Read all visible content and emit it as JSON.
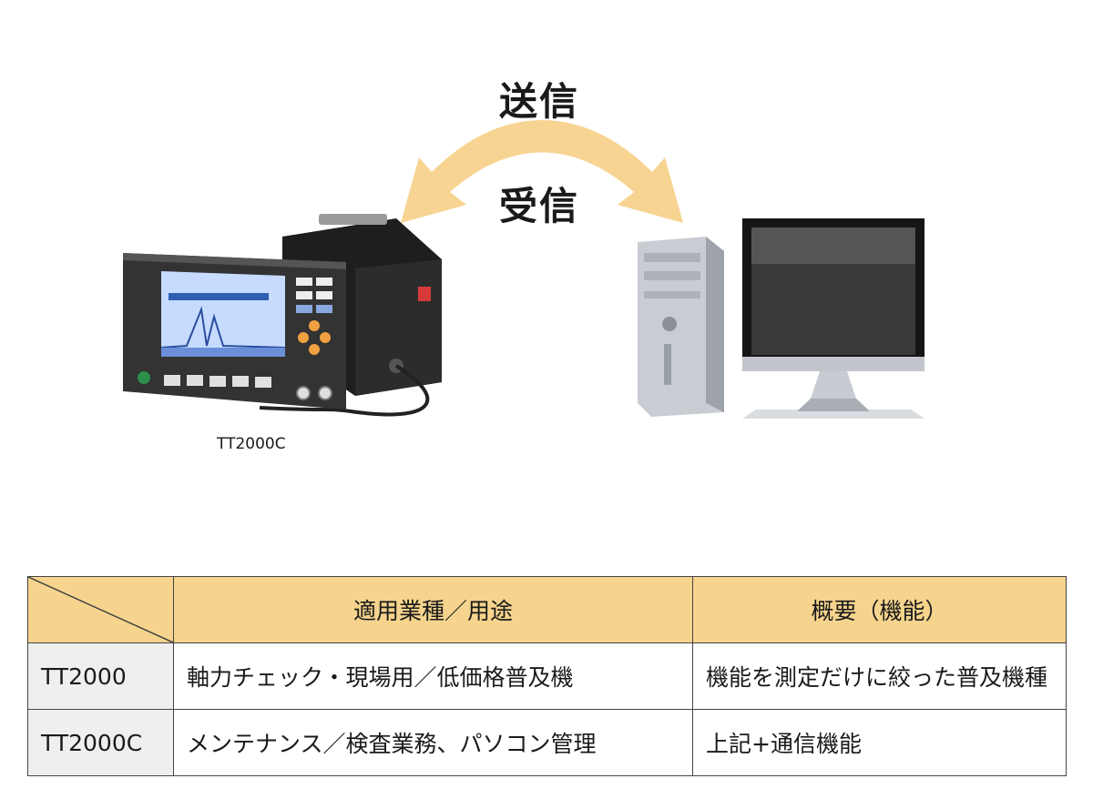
{
  "arrows": {
    "send_label": "送信",
    "receive_label": "受信",
    "color": "#f7d491"
  },
  "device": {
    "caption": "TT2000C"
  },
  "table": {
    "header_color": "#f6d48d",
    "row_header_color": "#efefef",
    "headers": [
      "",
      "適用業種／用途",
      "概要（機能）"
    ],
    "rows": [
      {
        "model": "TT2000",
        "usage": "軸力チェック・現場用／低価格普及機",
        "overview": "機能を測定だけに絞った普及機種"
      },
      {
        "model": "TT2000C",
        "usage": "メンテナンス／検査業務、パソコン管理",
        "overview": "上記+通信機能"
      }
    ]
  }
}
